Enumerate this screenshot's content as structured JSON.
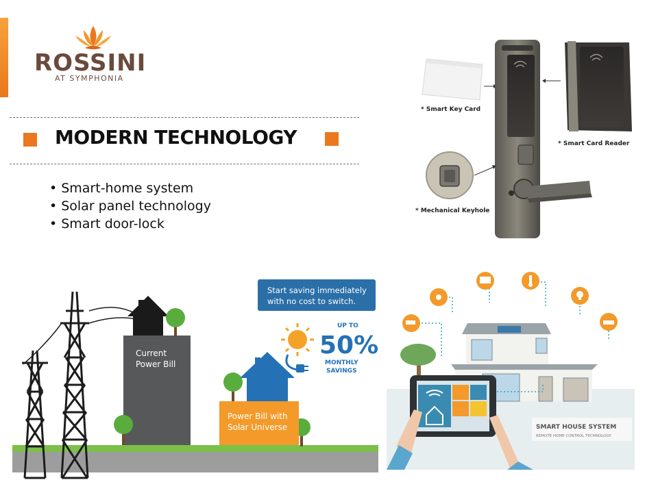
{
  "brand": {
    "name": "ROSSINI",
    "subtitle": "AT SYMPHONIA"
  },
  "section": {
    "title": "MODERN TECHNOLOGY",
    "bullets": [
      "Smart-home system",
      "Solar panel technology",
      "Smart door-lock"
    ]
  },
  "door_lock": {
    "labels": {
      "key_card": "* Smart Key Card",
      "card_reader": "* Smart Card Reader",
      "keyhole": "* Mechanical Keyhole"
    }
  },
  "solar": {
    "callout_line1": "Start saving immediately",
    "callout_line2": "with no cost to switch.",
    "up_to": "UP TO",
    "percent": "50%*",
    "savings_line1": "MONTHLY",
    "savings_line2": "SAVINGS",
    "current_bill_line1": "Current",
    "current_bill_line2": "Power Bill",
    "solar_bill_line1": "Power Bill with",
    "solar_bill_line2": "Solar Universe"
  },
  "smart_house": {
    "title": "SMART HOUSE SYSTEM",
    "subtitle": "REMOTE HOME CONTROL TECHNOLOGY"
  },
  "colors": {
    "accent_orange": "#e9781e",
    "brand_brown": "#6a4a3c",
    "callout_blue": "#2b6fa8",
    "house_blue": "#2472b5",
    "bill_gray": "#57585a",
    "bill_orange": "#f39a2a",
    "grass_green": "#7cc04a"
  },
  "icons": [
    "lotus-logo-icon",
    "smart-key-card-icon",
    "door-lock-icon",
    "sun-icon",
    "plug-icon",
    "house-icon",
    "tree-icon",
    "power-tower-icon",
    "tablet-icon",
    "thermometer-icon",
    "light-bulb-icon",
    "wifi-icon",
    "lock-icon"
  ]
}
